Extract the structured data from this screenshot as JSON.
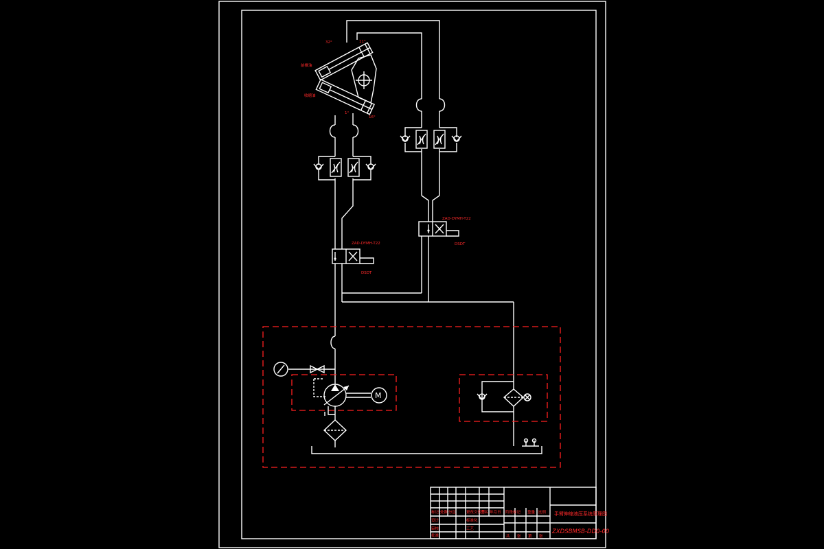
{
  "labels": {
    "angle_top_left": "32°",
    "angle_top_right": "11°",
    "angle_bottom_left": "1°",
    "angle_bottom_right": "16°",
    "cylinder_upper": "前推油",
    "cylinder_lower": "收缩油",
    "valve_left_model": "ZAD-DYMH-T22",
    "valve_left_note": "DSDT",
    "valve_right_model": "ZAD-DYMH-T22",
    "valve_right_note": "DSDT",
    "motor": "M"
  },
  "title_block": {
    "drawing_name": "手臂伸缩液压系统原理图",
    "drawing_number": "ZXDSBMSB-DD0-00",
    "cells": [
      "标记",
      "处数",
      "分区",
      "更改文件号",
      "签名",
      "年月日",
      "设计",
      "标准化",
      "审核",
      "工艺",
      "批准",
      "阶段标记",
      "重量",
      "比例",
      "共",
      "张",
      "第",
      "张"
    ]
  }
}
